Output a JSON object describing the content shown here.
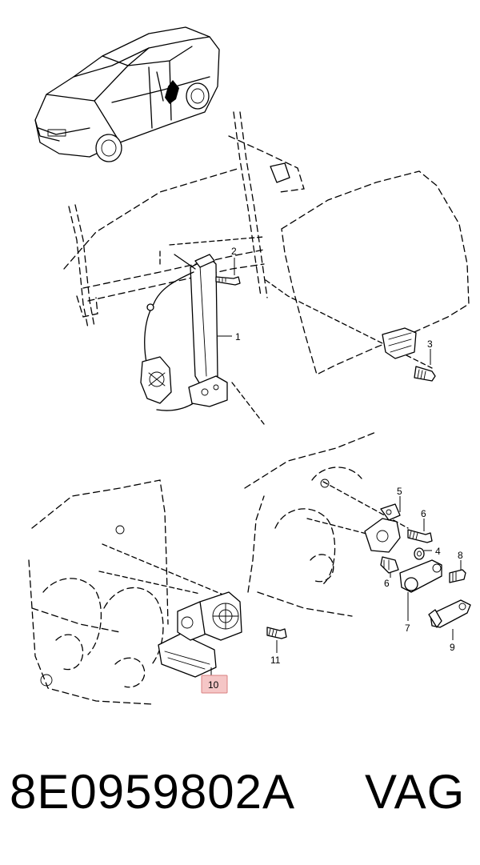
{
  "callouts": [
    {
      "id": "callout-1",
      "label": "1"
    },
    {
      "id": "callout-2",
      "label": "2"
    },
    {
      "id": "callout-3",
      "label": "3"
    },
    {
      "id": "callout-4",
      "label": "4"
    },
    {
      "id": "callout-5",
      "label": "5"
    },
    {
      "id": "callout-6a",
      "label": "6"
    },
    {
      "id": "callout-6b",
      "label": "6"
    },
    {
      "id": "callout-7",
      "label": "7"
    },
    {
      "id": "callout-8",
      "label": "8"
    },
    {
      "id": "callout-9",
      "label": "9"
    },
    {
      "id": "callout-10",
      "label": "10",
      "highlighted": true
    },
    {
      "id": "callout-11",
      "label": "11"
    }
  ],
  "highlight_color": "#f5c6c6",
  "highlight_border": "#d98080",
  "footer": {
    "part_number": "8E0959802A",
    "brand": "VAG"
  }
}
